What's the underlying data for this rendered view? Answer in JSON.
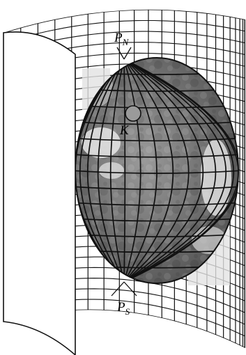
{
  "labels": {
    "north_pole": {
      "main": "P",
      "sub": "N"
    },
    "south_pole": {
      "main": "P",
      "sub": "S"
    },
    "point": "K"
  },
  "colors": {
    "ink": "#111111",
    "sphere_dark": "#4a4a4a",
    "sphere_mid": "#8a8a8a",
    "sphere_light": "#d8d8d8",
    "marker": "#9a9a9a",
    "background": "#ffffff"
  }
}
